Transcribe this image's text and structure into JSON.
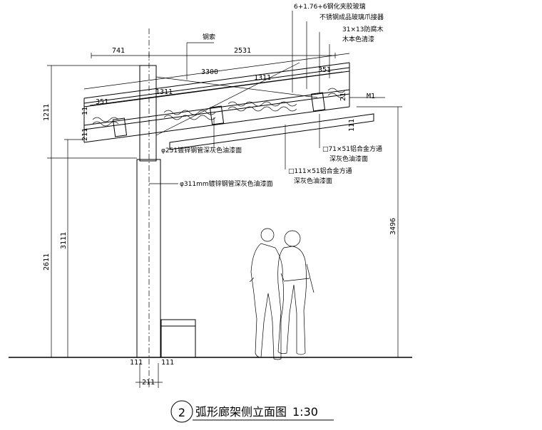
{
  "title": {
    "number": "2",
    "text": "弧形廊架侧立面图",
    "scale": "1:30"
  },
  "annotations": {
    "glass": "6+1.76+6钢化夹胶玻璃",
    "connector": "不锈钢成品玻璃爪接器",
    "wood": "31×13防腐木",
    "wood_finish": "木本色清漆",
    "steel_cable": "钢索",
    "m1": "M1",
    "tube_a": "□71×51铝合金方通",
    "tube_a_finish": "深灰色油漆面",
    "tube_b": "□111×51铝合金方通",
    "tube_b_finish": "深灰色油漆面",
    "pipe_small": "φ251镀锌钢管深灰色油漆面",
    "pipe_large": "φ311mm镀锌钢管深灰色油漆面"
  },
  "dimensions": {
    "top_left": "741",
    "top_right": "2531",
    "d3300": "3300",
    "d1311_right": "1311",
    "d351_right": "351",
    "d351_left": "351",
    "d1311_left": "1311",
    "d1211": "1211",
    "d211_side": "211",
    "d3111": "3111",
    "d2611": "2611",
    "d3496": "3496",
    "d111_bottom_left": "111",
    "d111_bottom_right": "111",
    "d211_bottom": "211",
    "d111_m1": "111",
    "d11": "11",
    "d21": "21"
  }
}
